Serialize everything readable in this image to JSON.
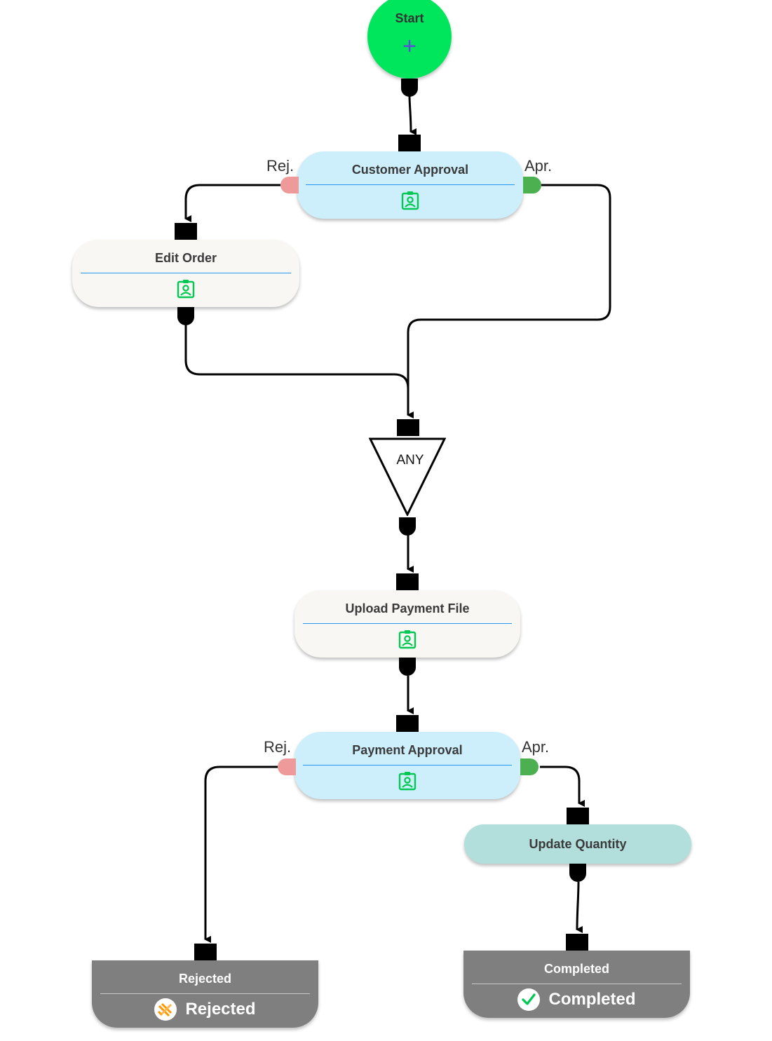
{
  "start": {
    "label": "Start",
    "add_symbol": "+"
  },
  "gate": {
    "label": "ANY"
  },
  "nodes": {
    "customer_approval": {
      "title": "Customer Approval",
      "icon": "assignment-ind-icon",
      "rej_label": "Rej.",
      "apr_label": "Apr."
    },
    "edit_order": {
      "title": "Edit Order",
      "icon": "assignment-ind-icon"
    },
    "upload_payment_file": {
      "title": "Upload Payment File",
      "icon": "assignment-ind-icon"
    },
    "payment_approval": {
      "title": "Payment Approval",
      "icon": "assignment-ind-icon",
      "rej_label": "Rej.",
      "apr_label": "Apr."
    },
    "update_quantity": {
      "title": "Update Quantity"
    },
    "rejected": {
      "title": "Rejected",
      "status": "Rejected",
      "icon": "rejected-icon"
    },
    "completed": {
      "title": "Completed",
      "status": "Completed",
      "icon": "check-circle-icon"
    }
  },
  "colors": {
    "start": "#00e65c",
    "approval_node": "#cdeffc",
    "task_node": "#f8f7f3",
    "system_node": "#b2dfdb",
    "end_node": "#7f7f7f",
    "reject_port": "#ef9a9a",
    "approve_port": "#4caf50",
    "icon_green": "#00c853",
    "divider": "#2196f3"
  }
}
